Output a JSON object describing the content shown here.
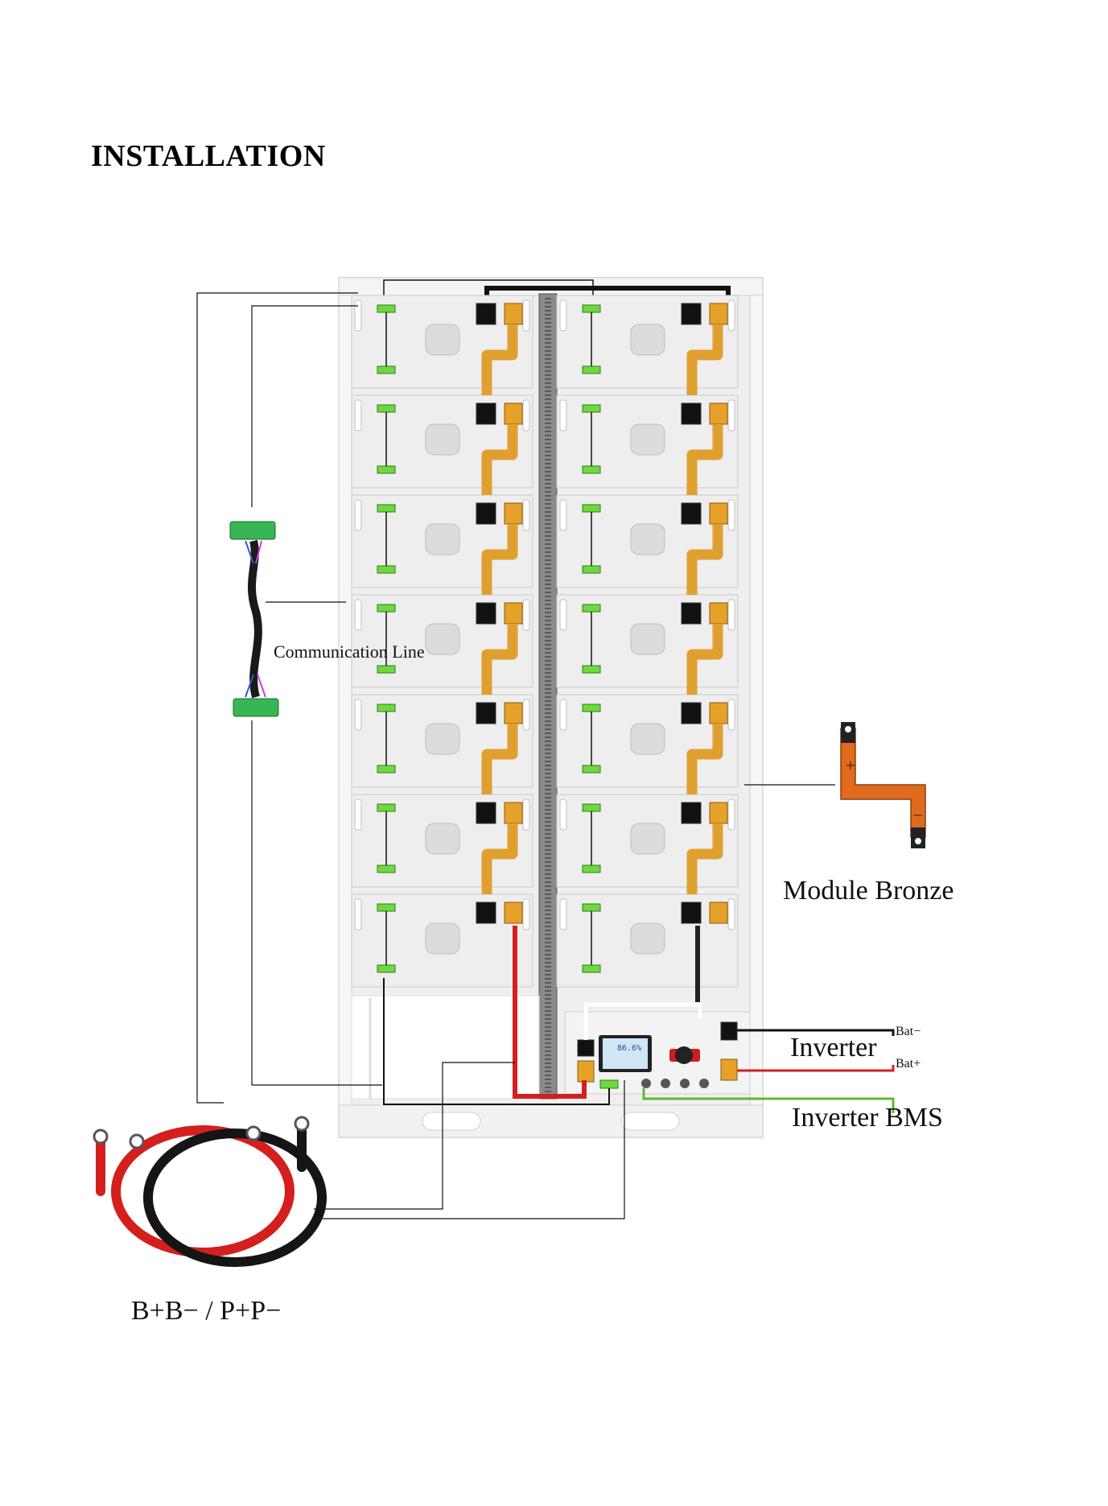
{
  "header": {
    "title": "INSTALLATION"
  },
  "labels": {
    "communication_line": "Communication Line",
    "module_bronze": "Module Bronze",
    "inverter": "Inverter",
    "bat_minus": "Bat−",
    "bat_plus": "Bat+",
    "inverter_bms": "Inverter BMS",
    "power_cables": "B+B− / P+P−"
  },
  "display": {
    "readout": "86.6%"
  },
  "colors": {
    "negative": "#111111",
    "positive": "#d41f1f",
    "bms": "#5fb82e",
    "busbar": "#e0a030",
    "connector": "#6fd840",
    "cabinet": "#efefef",
    "module_bronze": "#e06a1e"
  },
  "rack": {
    "columns": 2,
    "modules_per_column": 7
  }
}
